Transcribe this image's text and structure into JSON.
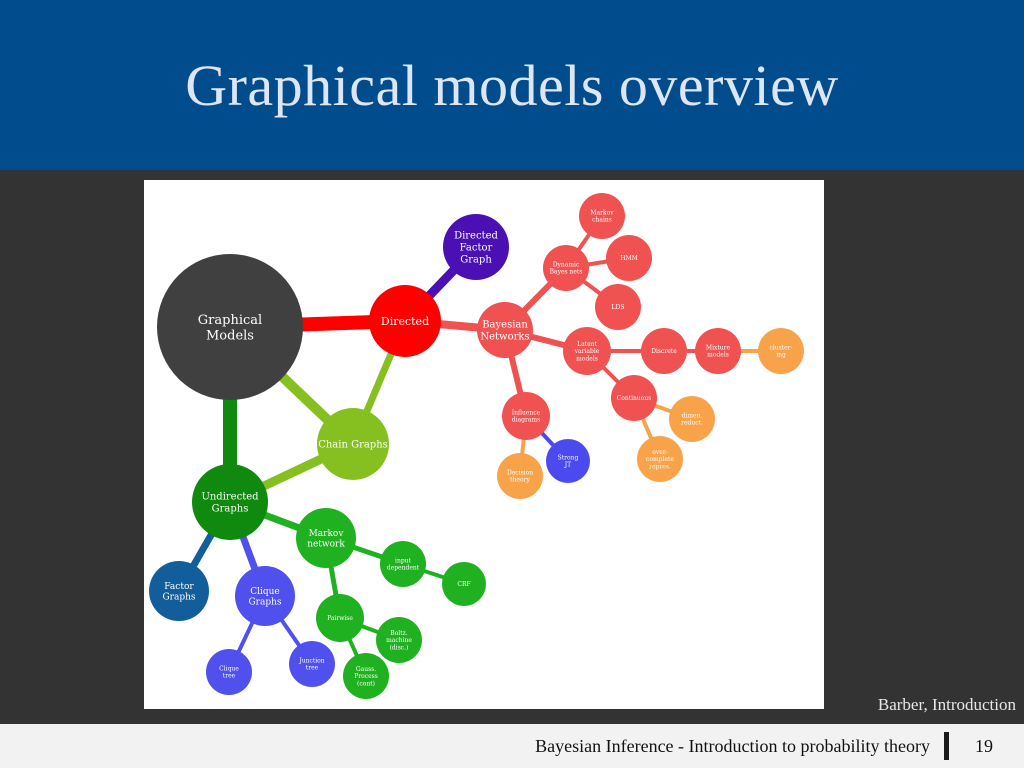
{
  "slide": {
    "title": "Graphical models overview",
    "credit": "Barber, Introduction",
    "footer_text": "Bayesian Inference - Introduction to probability theory",
    "page_number": "19"
  },
  "colors": {
    "header": "#004c8c",
    "background": "#333333",
    "root": "#404040",
    "directed": "#ff0000",
    "bayesian": "#f05151",
    "leaf_orange": "#f8a24a",
    "directed_factor": "#4a10b4",
    "strong_jt": "#4a4aee",
    "chain": "#86c020",
    "undirected": "#0f8a0f",
    "markov": "#1fb11f",
    "factor_graphs": "#115e9a",
    "clique": "#5050ee"
  },
  "diagram": {
    "nodes": [
      {
        "id": "graphical-models",
        "lines": [
          "Graphical",
          "Models"
        ]
      },
      {
        "id": "directed",
        "lines": [
          "Directed"
        ]
      },
      {
        "id": "directed-factor-graph",
        "lines": [
          "Directed",
          "Factor",
          "Graph"
        ]
      },
      {
        "id": "bayesian-networks",
        "lines": [
          "Bayesian",
          "Networks"
        ]
      },
      {
        "id": "dynamic-bayes-nets",
        "lines": [
          "Dynamic",
          "Bayes nets"
        ]
      },
      {
        "id": "markov-chains",
        "lines": [
          "Markov",
          "chains"
        ]
      },
      {
        "id": "hmm",
        "lines": [
          "HMM"
        ]
      },
      {
        "id": "lds",
        "lines": [
          "LDS"
        ]
      },
      {
        "id": "latent-variable-models",
        "lines": [
          "Latent",
          "variable",
          "models"
        ]
      },
      {
        "id": "discrete",
        "lines": [
          "Discrete"
        ]
      },
      {
        "id": "mixture-models",
        "lines": [
          "Mixture",
          "models"
        ]
      },
      {
        "id": "clustering",
        "lines": [
          "cluster-",
          "ing"
        ]
      },
      {
        "id": "continuous",
        "lines": [
          "Continuous"
        ]
      },
      {
        "id": "dimen-reduct",
        "lines": [
          "dimen.",
          "reduct."
        ]
      },
      {
        "id": "overcomplete-repres",
        "lines": [
          "over-",
          "complete",
          "repres."
        ]
      },
      {
        "id": "influence-diagrams",
        "lines": [
          "Influence",
          "diagrams"
        ]
      },
      {
        "id": "strong-jt",
        "lines": [
          "Strong",
          "JT"
        ]
      },
      {
        "id": "decision-theory",
        "lines": [
          "Decision",
          "theory"
        ]
      },
      {
        "id": "chain-graphs",
        "lines": [
          "Chain Graphs"
        ]
      },
      {
        "id": "undirected-graphs",
        "lines": [
          "Undirected",
          "Graphs"
        ]
      },
      {
        "id": "markov-network",
        "lines": [
          "Markov",
          "network"
        ]
      },
      {
        "id": "input-dependent",
        "lines": [
          "input",
          "dependent"
        ]
      },
      {
        "id": "crf",
        "lines": [
          "CRF"
        ]
      },
      {
        "id": "pairwise",
        "lines": [
          "Pairwise"
        ]
      },
      {
        "id": "boltz-machine",
        "lines": [
          "Boltz.",
          "machine",
          "(disc.)"
        ]
      },
      {
        "id": "gauss-process",
        "lines": [
          "Gauss.",
          "Process",
          "(cont)"
        ]
      },
      {
        "id": "factor-graphs",
        "lines": [
          "Factor",
          "Graphs"
        ]
      },
      {
        "id": "clique-graphs",
        "lines": [
          "Clique",
          "Graphs"
        ]
      },
      {
        "id": "clique-tree",
        "lines": [
          "Clique",
          "tree"
        ]
      },
      {
        "id": "junction-tree",
        "lines": [
          "Junction",
          "tree"
        ]
      }
    ]
  }
}
